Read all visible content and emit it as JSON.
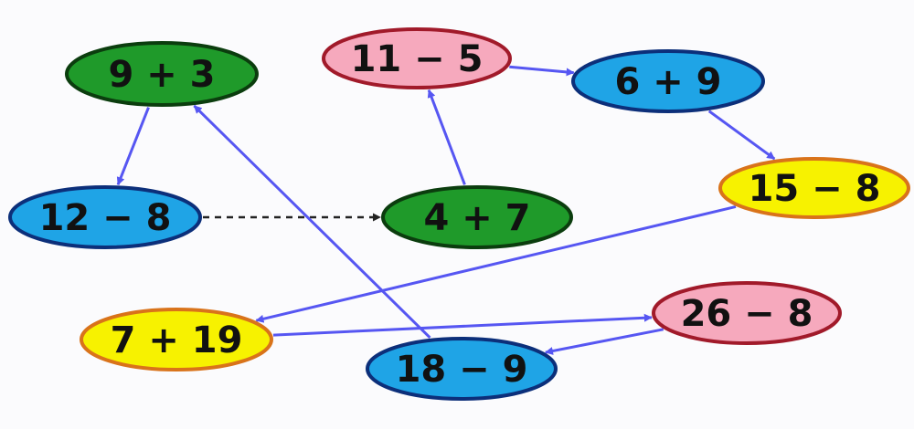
{
  "diagram": {
    "nodes": [
      {
        "id": "n1",
        "label": "9 + 3",
        "fill": "#1f9a2a",
        "stroke": "#0b3d0e"
      },
      {
        "id": "n2",
        "label": "11 − 5",
        "fill": "#f6a9bd",
        "stroke": "#a11a2a"
      },
      {
        "id": "n3",
        "label": "6 + 9",
        "fill": "#1fa4e6",
        "stroke": "#0c2f7a"
      },
      {
        "id": "n4",
        "label": "12 − 8",
        "fill": "#1fa4e6",
        "stroke": "#0c2f7a"
      },
      {
        "id": "n5",
        "label": "4 + 7",
        "fill": "#1f9a2a",
        "stroke": "#0b3d0e"
      },
      {
        "id": "n6",
        "label": "15 − 8",
        "fill": "#f7f200",
        "stroke": "#d9731a"
      },
      {
        "id": "n7",
        "label": "7 + 19",
        "fill": "#f7f200",
        "stroke": "#d9731a"
      },
      {
        "id": "n8",
        "label": "26 − 8",
        "fill": "#f6a9bd",
        "stroke": "#a11a2a"
      },
      {
        "id": "n9",
        "label": "18 − 9",
        "fill": "#1fa4e6",
        "stroke": "#0c2f7a"
      }
    ],
    "edges": [
      {
        "from": "n1",
        "to": "n4",
        "style": "solid"
      },
      {
        "from": "n4",
        "to": "n5",
        "style": "dashed"
      },
      {
        "from": "n5",
        "to": "n2",
        "style": "solid"
      },
      {
        "from": "n2",
        "to": "n3",
        "style": "solid"
      },
      {
        "from": "n3",
        "to": "n6",
        "style": "solid"
      },
      {
        "from": "n6",
        "to": "n7",
        "style": "solid"
      },
      {
        "from": "n7",
        "to": "n8",
        "style": "solid"
      },
      {
        "from": "n8",
        "to": "n9",
        "style": "solid"
      },
      {
        "from": "n9",
        "to": "n1",
        "style": "solid"
      }
    ],
    "colors": {
      "arrow": "#5656f2",
      "dashed_arrow": "#222222"
    }
  }
}
